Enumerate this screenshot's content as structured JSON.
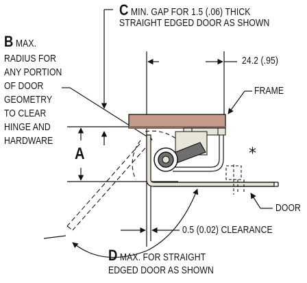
{
  "labels": {
    "c_letter": "C",
    "c_text_1": "MIN. GAP FOR 1.5 (.06) THICK",
    "c_text_2": "STRAIGHT EDGED DOOR AS SHOWN",
    "b_letter": "B",
    "b_text_1": "MAX.",
    "b_text_2": "RADIUS FOR",
    "b_text_3": "ANY PORTION",
    "b_text_4": "OF DOOR",
    "b_text_5": "GEOMETRY",
    "b_text_6": "TO CLEAR",
    "b_text_7": "HINGE AND",
    "b_text_8": "HARDWARE",
    "dim_a": "A",
    "dim_width": "24.2 (.95)",
    "frame": "FRAME",
    "door": "DOOR",
    "clearance": "0.5 (0.02) CLEARANCE",
    "d_letter": "D",
    "d_text_1": "MAX. FOR STRAIGHT",
    "d_text_2": "EDGED DOOR AS SHOWN",
    "asterisk": "*"
  },
  "colors": {
    "frame_fill": "#c49a8a",
    "frame_shadow": "#8a6a5c",
    "hinge_fill": "#e8e4d8",
    "knob_fill": "#6e6e6e",
    "line": "#111111"
  }
}
